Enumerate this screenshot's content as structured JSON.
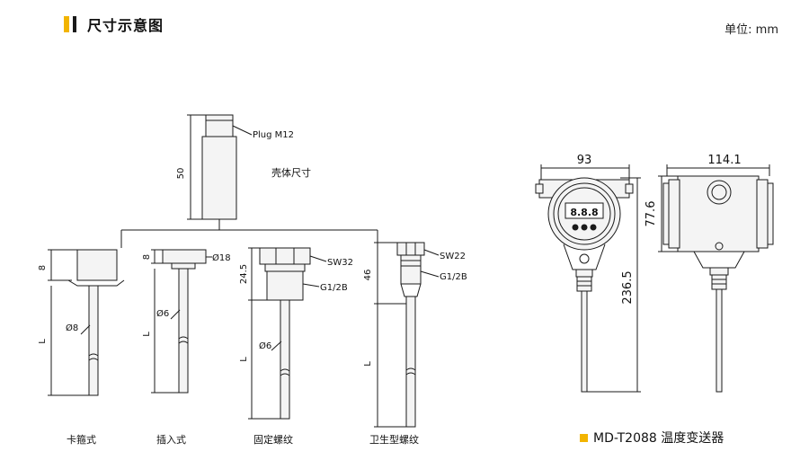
{
  "header": {
    "title": "尺寸示意图",
    "unit": "单位: mm"
  },
  "housing": {
    "plug_label": "Plug M12",
    "height_label": "50",
    "caption": "壳体尺寸"
  },
  "variants": [
    {
      "caption": "卡箍式",
      "dim_top": "8",
      "dim_dia": "Ø8",
      "dim_len": "L"
    },
    {
      "caption": "插入式",
      "dim_top": "8",
      "dim_head": "Ø18",
      "dim_dia": "Ø6",
      "dim_len": "L"
    },
    {
      "caption": "固定螺纹",
      "dim_top": "24.5",
      "thread_sw": "SW32",
      "thread_g": "G1/2B",
      "dim_dia": "Ø6",
      "dim_len": "L"
    },
    {
      "caption": "卫生型螺纹",
      "dim_top": "46",
      "thread_sw": "SW22",
      "thread_g": "G1/2B",
      "dim_len": "L"
    }
  ],
  "transmitter": {
    "width": "93",
    "depth": "114.1",
    "height_upper": "77.6",
    "height_total": "236.5",
    "model_caption": "MD-T2088 温度变送器"
  },
  "colors": {
    "accent": "#f2b400",
    "line": "#1a1a1a",
    "body_fill": "#f4f4f4"
  }
}
